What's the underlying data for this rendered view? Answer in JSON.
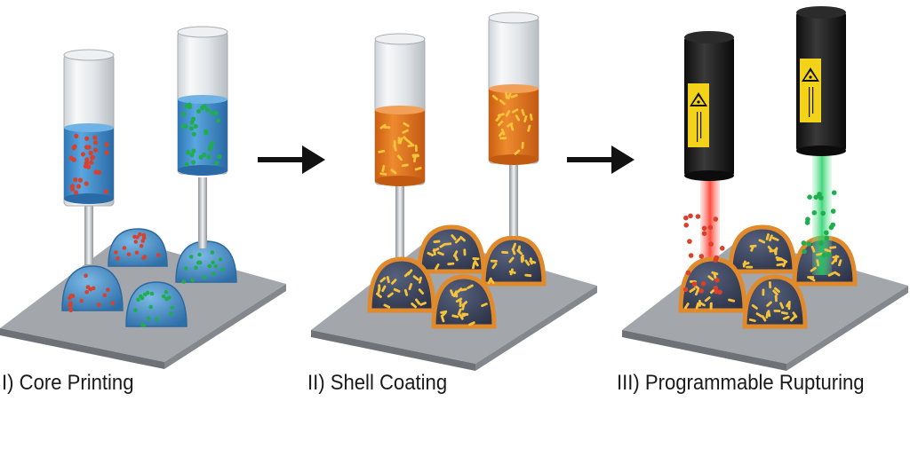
{
  "stages": [
    {
      "caption": "I) Core Printing"
    },
    {
      "caption": "II) Shell Coating"
    },
    {
      "caption": "III) Programmable Rupturing"
    }
  ],
  "colors": {
    "core_liquid": "#3f8fd0",
    "red_particles": "#d9412c",
    "green_particles": "#1fae4e",
    "shell_liquid": "#e0761e",
    "shell_rods": "#f5c23a",
    "core_dark": "#3f4a66",
    "laser_body": "#1c1c1c",
    "laser_label": "#f3d21a",
    "laser_red_beam": "#ff3b2b",
    "laser_green_beam": "#2fd06a",
    "platform_top": "#9a9ea3",
    "platform_side": "#6f7378"
  },
  "icons": [
    "syringe-icon",
    "arrow-right-icon",
    "laser-icon",
    "laser-warning-icon",
    "dome-icon"
  ]
}
